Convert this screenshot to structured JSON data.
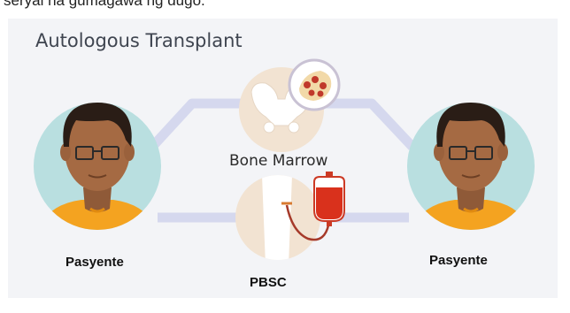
{
  "top_text": "seryal na gumagawa ng dugo.",
  "title": "Autologous Transplant",
  "labels": {
    "patient_left": "Pasyente",
    "patient_right": "Pasyente",
    "bone_marrow": "Bone Marrow",
    "pbsc": "PBSC"
  },
  "icons": [
    "patient-avatar",
    "pelvis-bone-icon",
    "bone-marrow-magnifier-icon",
    "arm-icon",
    "blood-bag-icon"
  ],
  "colors": {
    "panel_bg": "#f3f4f7",
    "circle_teal": "#b9dfe0",
    "circle_beige": "#f2e3d2",
    "path_lavender": "#d5d8ee",
    "shirt_orange": "#f4a320",
    "skin": "#a56a43",
    "hair": "#2a1d16",
    "blood_red": "#d9311c"
  }
}
